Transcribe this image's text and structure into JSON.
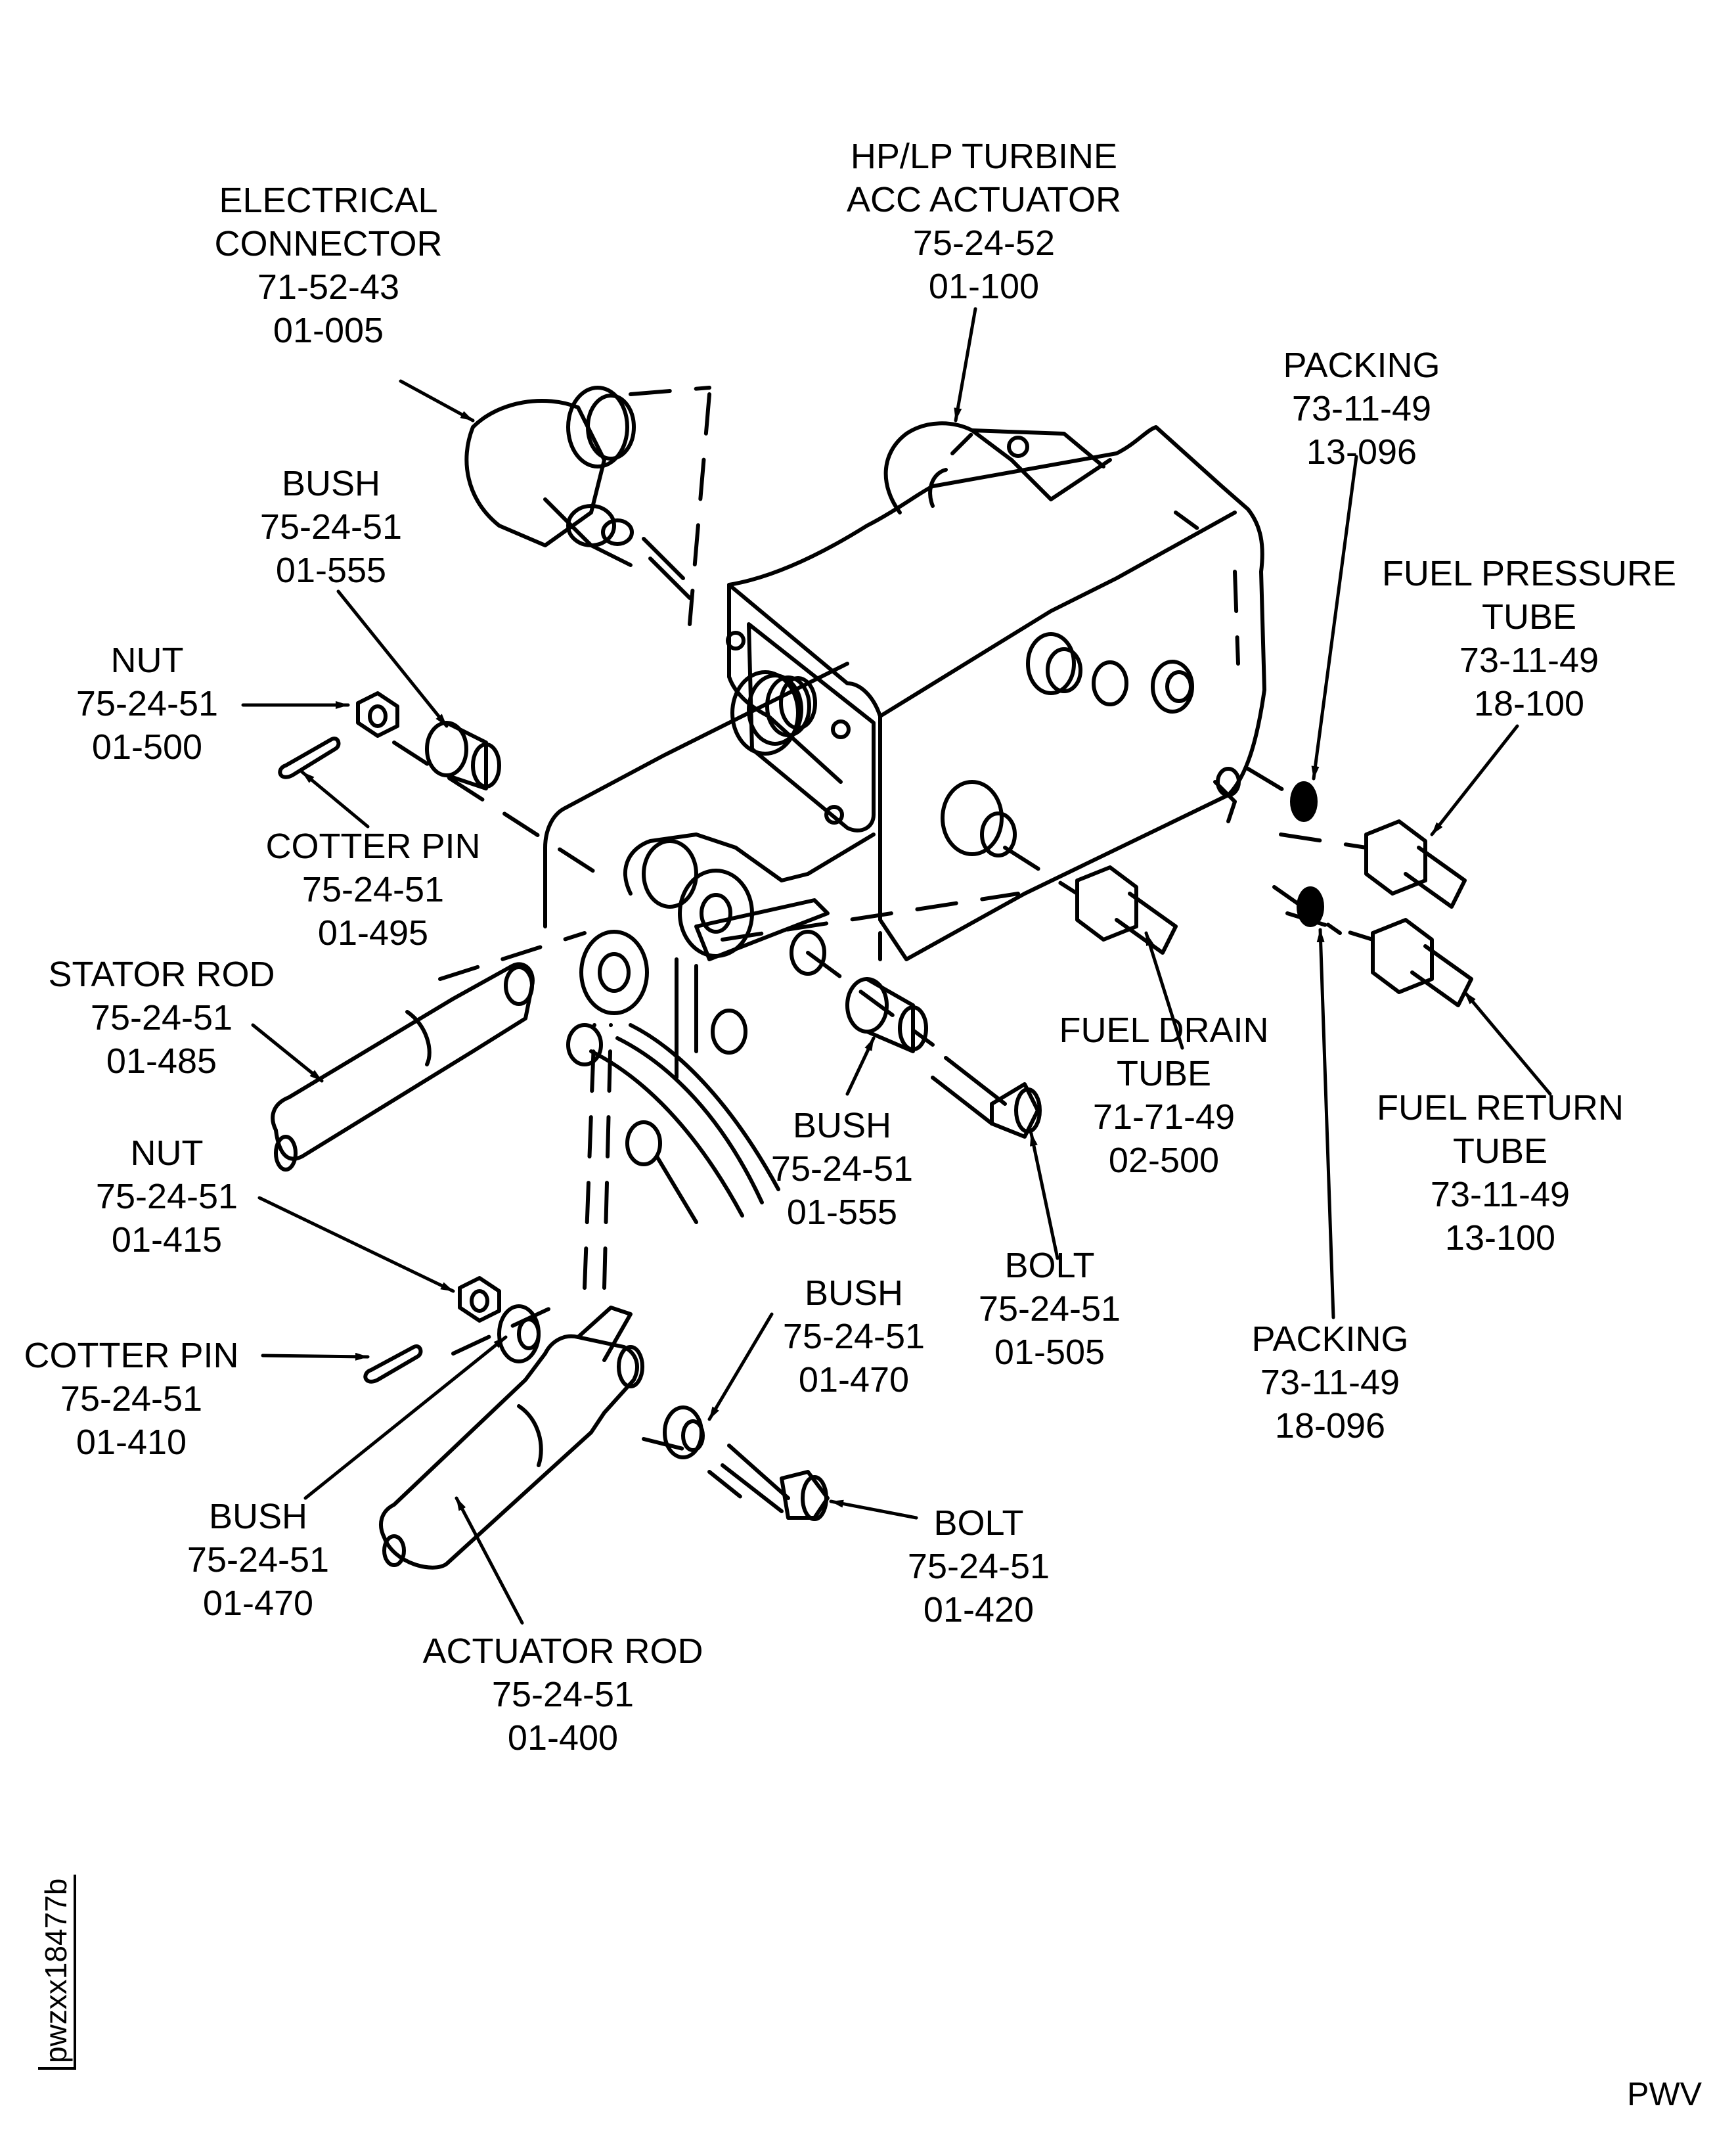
{
  "figure": {
    "title": "HP/LP Turbine ACC Actuator installation (exploded view)",
    "figure_id": "pwzxx18477b",
    "corner_code": "PWV"
  },
  "callouts": [
    {
      "id": "electrical-connector",
      "lines": [
        "ELECTRICAL",
        "CONNECTOR",
        "71-52-43",
        "01-005"
      ]
    },
    {
      "id": "actuator",
      "lines": [
        "HP/LP TURBINE",
        "ACC ACTUATOR",
        "75-24-52",
        "01-100"
      ]
    },
    {
      "id": "packing-upper",
      "lines": [
        "PACKING",
        "73-11-49",
        "13-096"
      ]
    },
    {
      "id": "fuel-pressure-tube",
      "lines": [
        "FUEL PRESSURE",
        "TUBE",
        "73-11-49",
        "18-100"
      ]
    },
    {
      "id": "bush-upper",
      "lines": [
        "BUSH",
        "75-24-51",
        "01-555"
      ]
    },
    {
      "id": "nut-upper",
      "lines": [
        "NUT",
        "75-24-51",
        "01-500"
      ]
    },
    {
      "id": "cotter-pin-upper",
      "lines": [
        "COTTER PIN",
        "75-24-51",
        "01-495"
      ]
    },
    {
      "id": "stator-rod",
      "lines": [
        "STATOR ROD",
        "75-24-51",
        "01-485"
      ]
    },
    {
      "id": "fuel-drain-tube",
      "lines": [
        "FUEL DRAIN",
        "TUBE",
        "71-71-49",
        "02-500"
      ]
    },
    {
      "id": "fuel-return-tube",
      "lines": [
        "FUEL RETURN",
        "TUBE",
        "73-11-49",
        "13-100"
      ]
    },
    {
      "id": "bush-middle",
      "lines": [
        "BUSH",
        "75-24-51",
        "01-555"
      ]
    },
    {
      "id": "nut-lower",
      "lines": [
        "NUT",
        "75-24-51",
        "01-415"
      ]
    },
    {
      "id": "bolt-upper",
      "lines": [
        "BOLT",
        "75-24-51",
        "01-505"
      ]
    },
    {
      "id": "bush-lower-right",
      "lines": [
        "BUSH",
        "75-24-51",
        "01-470"
      ]
    },
    {
      "id": "cotter-pin-lower",
      "lines": [
        "COTTER PIN",
        "75-24-51",
        "01-410"
      ]
    },
    {
      "id": "packing-lower",
      "lines": [
        "PACKING",
        "73-11-49",
        "18-096"
      ]
    },
    {
      "id": "bush-lower-left",
      "lines": [
        "BUSH",
        "75-24-51",
        "01-470"
      ]
    },
    {
      "id": "bolt-lower",
      "lines": [
        "BOLT",
        "75-24-51",
        "01-420"
      ]
    },
    {
      "id": "actuator-rod",
      "lines": [
        "ACTUATOR ROD",
        "75-24-51",
        "01-400"
      ]
    }
  ]
}
